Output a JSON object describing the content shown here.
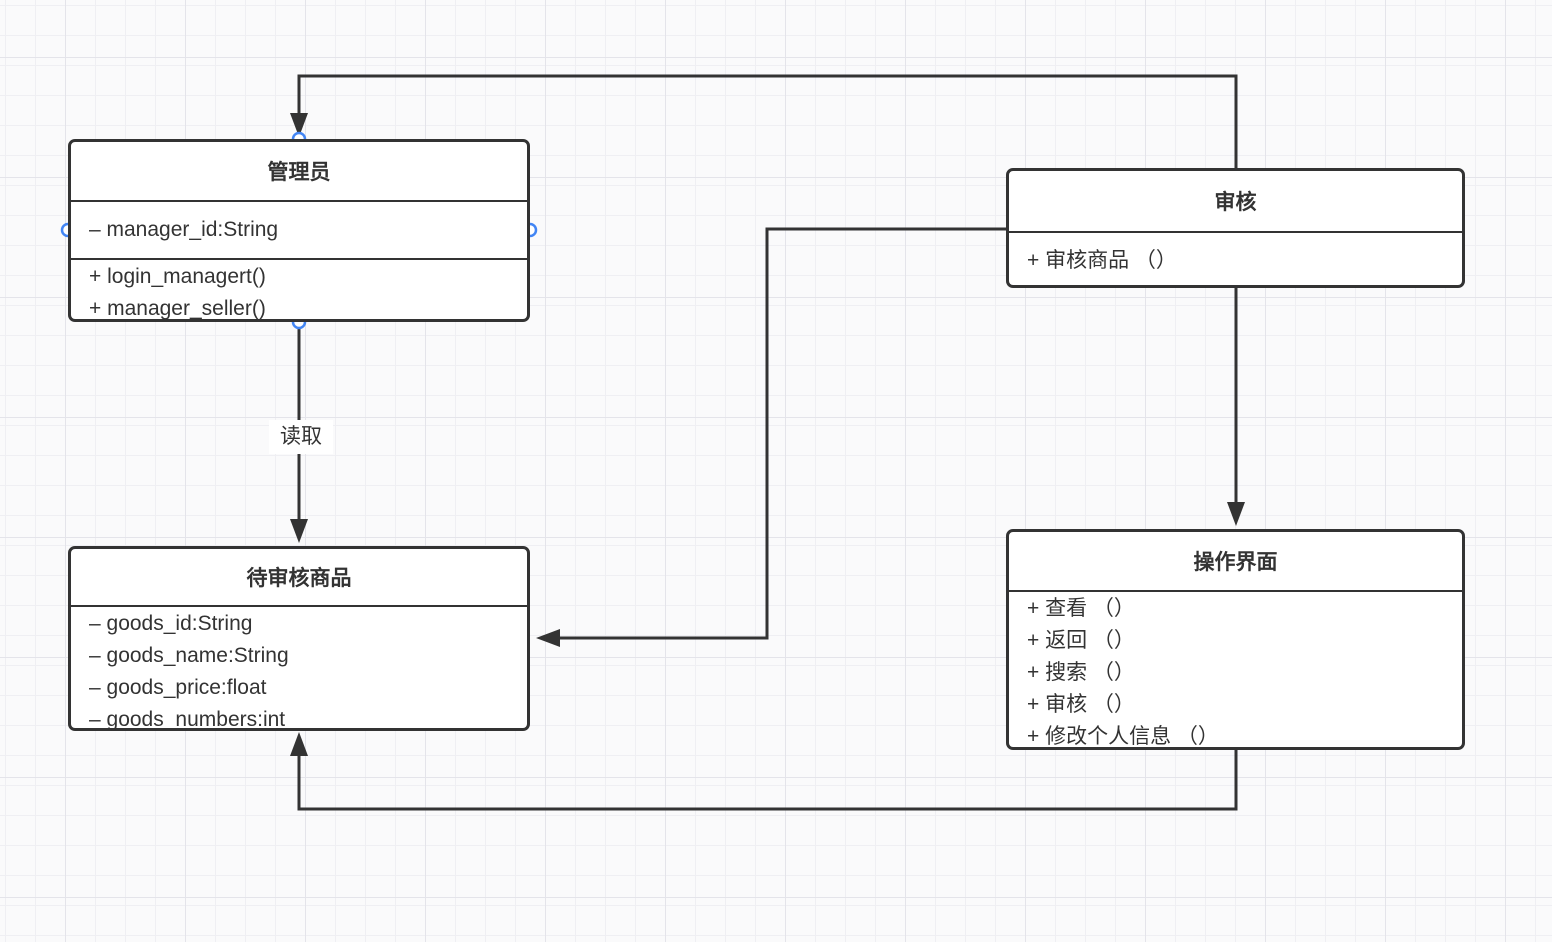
{
  "canvas": {
    "background": "#fafafb",
    "grid_minor_color": "#efeff3",
    "grid_major_color": "#e4e4ea",
    "stroke_color": "#333333",
    "text_color": "#333333",
    "connection_point_color": "#4285f4"
  },
  "classes": {
    "manager": {
      "title": "管理员",
      "attributes": [
        "– manager_id:String"
      ],
      "methods": [
        "+ login_managert()",
        "+ manager_seller()"
      ]
    },
    "review": {
      "title": "审核",
      "methods": [
        "+ 审核商品 （）"
      ]
    },
    "pending_goods": {
      "title": "待审核商品",
      "attributes": [
        "– goods_id:String",
        "– goods_name:String",
        "– goods_price:float",
        "– goods_numbers:int"
      ]
    },
    "operation_ui": {
      "title": "操作界面",
      "methods": [
        "+ 查看 （）",
        "+ 返回 （）",
        "+ 搜索 （）",
        "+ 审核 （）",
        "+ 修改个人信息 （）"
      ]
    }
  },
  "edges": {
    "manager_to_pending": {
      "label": "读取"
    }
  }
}
